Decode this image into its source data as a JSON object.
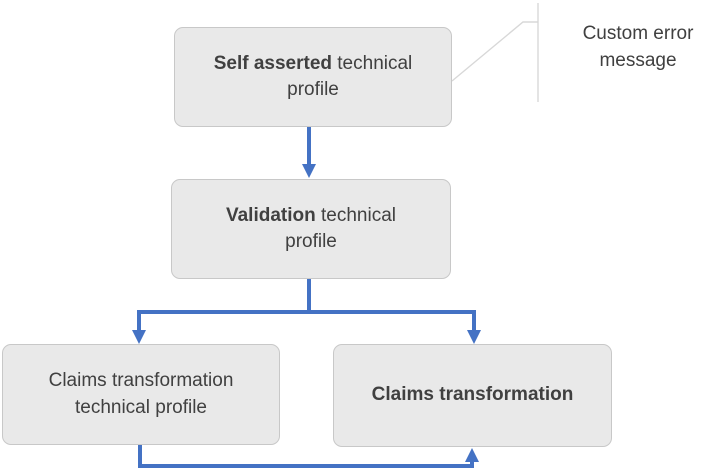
{
  "nodes": [
    {
      "name": "self-asserted-technical-profile",
      "bold": "Self asserted",
      "regular": " technical profile"
    },
    {
      "name": "validation-technical-profile",
      "bold": "Validation",
      "regular": " technical profile"
    },
    {
      "name": "claims-transformation-technical-profile",
      "bold": "",
      "regular": "Claims transformation technical profile"
    },
    {
      "name": "claims-transformation",
      "bold": "Claims transformation",
      "regular": ""
    }
  ],
  "callout": {
    "label": "Custom error message",
    "attached_to": "self-asserted-technical-profile"
  },
  "edges": [
    {
      "from": "self-asserted-technical-profile",
      "to": "validation-technical-profile",
      "type": "arrow"
    },
    {
      "from": "validation-technical-profile",
      "to": "claims-transformation-technical-profile",
      "type": "arrow"
    },
    {
      "from": "validation-technical-profile",
      "to": "claims-transformation",
      "type": "arrow"
    },
    {
      "from": "claims-transformation-technical-profile",
      "to": "claims-transformation",
      "type": "arrow"
    }
  ],
  "colors": {
    "node_fill": "#e9e9e9",
    "node_border": "#c8c8c8",
    "text": "#404040",
    "arrow": "#4472c4",
    "callout_line": "#d8d8d8",
    "background": "#ffffff"
  }
}
